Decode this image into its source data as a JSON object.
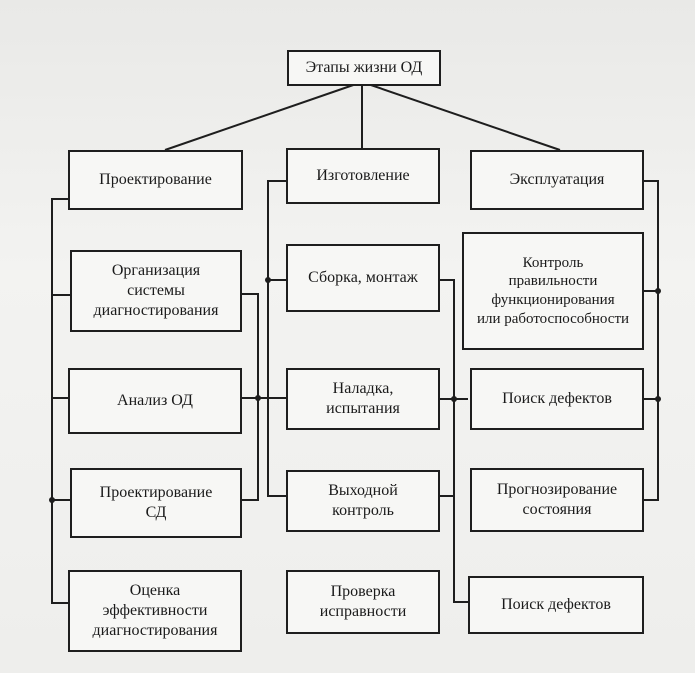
{
  "diagram": {
    "root": "Этапы жизни ОД",
    "columns": [
      {
        "header": "Проектирование",
        "items": [
          "Организация\nсистемы\nдиагностирования",
          "Анализ ОД",
          "Проектирование\nСД",
          "Оценка\nэффективности\nдиагностирования"
        ]
      },
      {
        "header": "Изготовление",
        "items": [
          "Сборка, монтаж",
          "Наладка,\nиспытания",
          "Выходной\nконтроль",
          "Проверка\nисправности"
        ]
      },
      {
        "header": "Эксплуатация",
        "items": [
          "Контроль\nправильности\nфункционирования\nили работоспособности",
          "Поиск дефектов",
          "Прогнозирование\nсостояния",
          "Поиск дефектов"
        ]
      }
    ]
  }
}
